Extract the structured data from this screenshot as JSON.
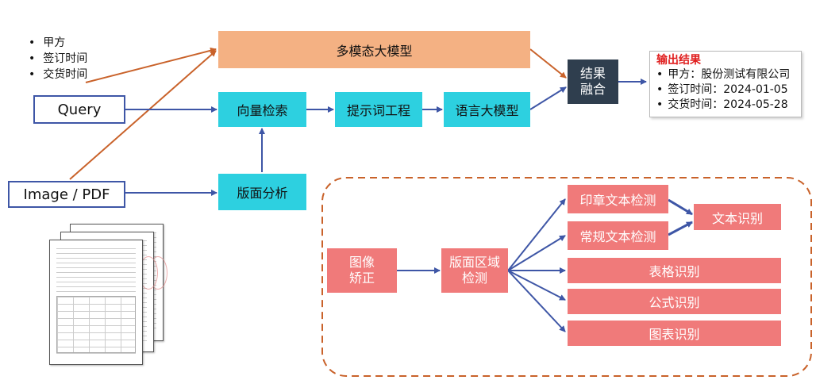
{
  "query_fields": [
    "甲方",
    "签订时间",
    "交货时间"
  ],
  "nodes": {
    "query": "Query",
    "image_pdf": "Image / PDF",
    "multimodal_llm": "多模态大模型",
    "vector_search": "向量检索",
    "prompt_engineering": "提示词工程",
    "language_llm": "语言大模型",
    "result_fusion": "结果\n融合",
    "layout_analysis": "版面分析"
  },
  "output": {
    "title": "输出结果",
    "items": [
      "甲方：股份测试有限公司",
      "签订时间：2024-01-05",
      "交货时间：2024-05-28"
    ]
  },
  "layout_module": {
    "image_correction": "图像\n矫正",
    "region_detection": "版面区域\n检测",
    "seal_text_detection": "印章文本检测",
    "regular_text_detection": "常规文本检测",
    "text_recognition": "文本识别",
    "table_recognition": "表格识别",
    "formula_recognition": "公式识别",
    "chart_recognition": "图表识别"
  },
  "colors": {
    "cyan": "#2dd0e0",
    "salmon": "#f07a7a",
    "orange": "#f4b183",
    "navy": "#3e56a6",
    "orange_line": "#c9622a",
    "dark": "#2f3e4e",
    "result_title": "#e02020"
  }
}
